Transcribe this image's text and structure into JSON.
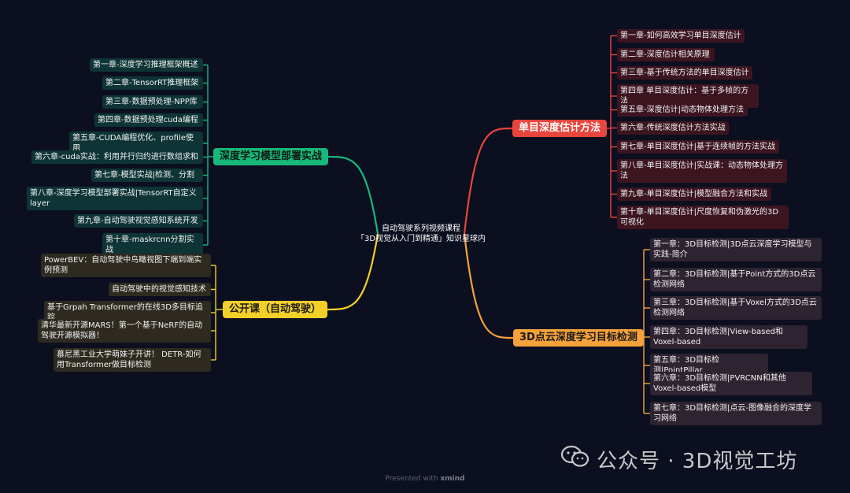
{
  "center": {
    "line1": "自动驾驶系列视频课程",
    "line2": "「3D视觉从入门到精通」知识星球内"
  },
  "branches": {
    "mono": {
      "title": "单目深度估计方法",
      "color": "#e8453c",
      "items": [
        "第一章-如何高效学习单目深度估计",
        "第二章-深度估计相关原理",
        "第三章-基于传统方法的单目深度估计",
        "第四章 单目深度估计：基于多帧的方法",
        "第五章-深度估计|动态物体处理方法",
        "第六章-传统深度估计方法实战",
        "第七章-单目深度估计|基于连续帧的方法实战",
        "第八章-单目深度估计|实战课：动态物体处理方法",
        "第九章-单目深度估计|模型融合方法和实战",
        "第十章-单目深度估计|尺度恢复和伪激光的3D可视化"
      ]
    },
    "pointcloud": {
      "title": "3D点云深度学习目标检测",
      "color": "#f6a23a",
      "items": [
        "第一章：3D目标检测|3D点云深度学习模型与实践-简介",
        "第二章：3D目标检测|基于Point方式的3D点云检测网络",
        "第三章：3D目标检测|基于Voxel方式的3D点云检测网络",
        "第四章：3D目标检测|View-based和Voxel-based",
        "第五章：3D目标检测|PointPillar",
        "第六章：3D目标检测|PVRCNN和其他Voxel-based模型",
        "第七章：3D目标检测|点云-图像融合的深度学习网络"
      ]
    },
    "deploy": {
      "title": "深度学习模型部署实战",
      "color": "#17b87a",
      "items": [
        "第一章-深度学习推理框架概述",
        "第二章-TensorRT推理框架",
        "第三章-数据预处理-NPP库",
        "第四章-数据预处理cuda编程",
        "第五章-CUDA编程优化、profile使用",
        "第六章-cuda实战：利用并行归约进行数组求和",
        "第七章-模型实战|检测、分割",
        "第八章-深度学习模型部署实战|TensorRT自定义layer",
        "第九章-自动驾驶视觉感知系统开发",
        "第十章-maskrcnn分割实战"
      ]
    },
    "open": {
      "title": "公开课（自动驾驶）",
      "color": "#f3d028",
      "items": [
        "PowerBEV：自动驾驶中鸟瞰视图下端到端实例预测",
        "自动驾驶中的视觉感知技术",
        "基于Grpah Transformer的在线3D多目标追踪",
        "清华最新开源MARS！第一个基于NeRF的自动驾驶开源模拟器！",
        "慕尼黑工业大学萌妹子开讲！ DETR-如何用Transformer做目标检测"
      ]
    }
  },
  "footer": {
    "prefix": "Presented with",
    "brand": "xmind"
  },
  "watermark": {
    "text": "公众号 · 3D视觉工坊",
    "icon": "wechat-icon"
  }
}
